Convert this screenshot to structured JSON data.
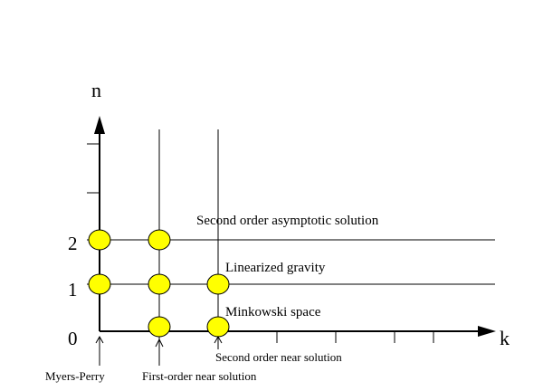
{
  "axes": {
    "vertical_label": "n",
    "horizontal_label": "k",
    "tick_labels": [
      "0",
      "1",
      "2"
    ]
  },
  "regions": {
    "second_order_asymptotic": "Second order asymptotic solution",
    "linearized_gravity": "Linearized gravity",
    "minkowski": "Minkowski space"
  },
  "columns": {
    "myers_perry": "Myers-Perry",
    "first_order_near": "First-order near solution",
    "second_order_near": "Second order near solution"
  },
  "colors": {
    "node_fill": "#ffff00",
    "ink": "#000000",
    "background": "#ffffff"
  }
}
